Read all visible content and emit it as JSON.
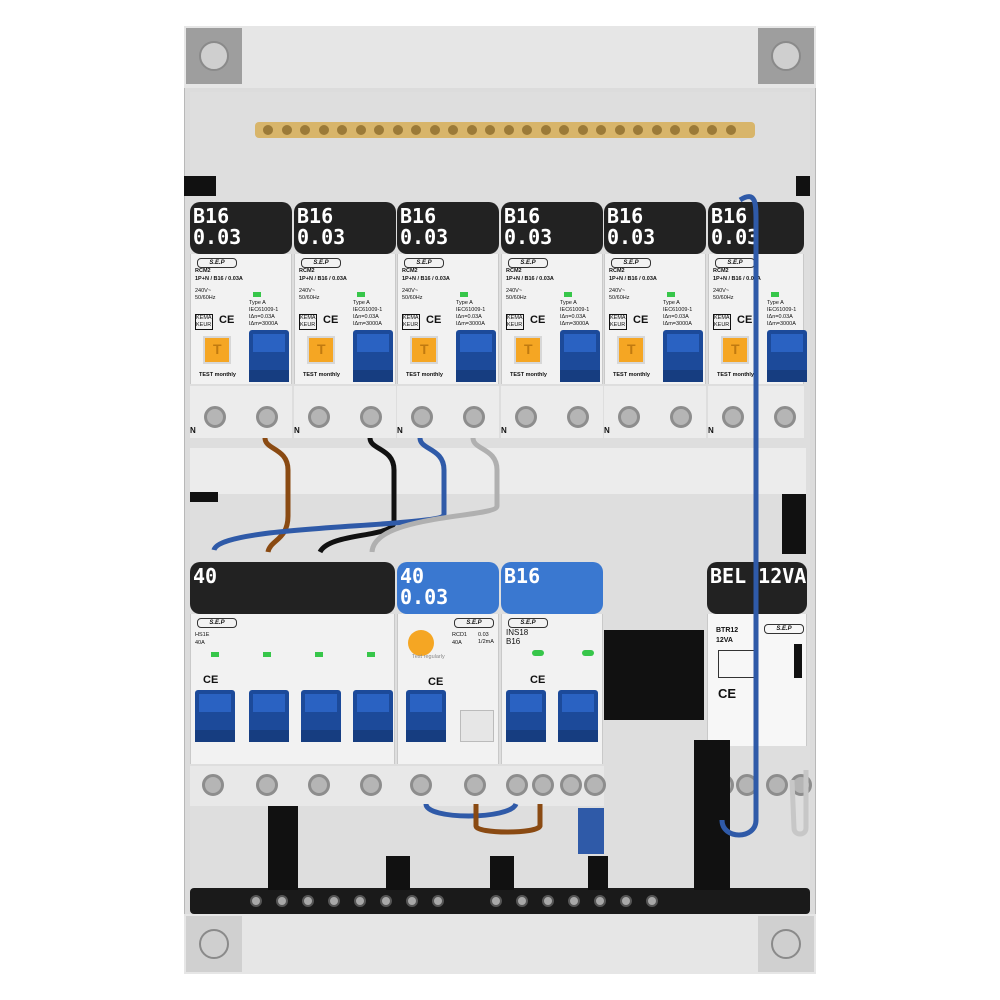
{
  "top_row": {
    "labels": [
      {
        "line1": "B16",
        "line2": "0.03"
      },
      {
        "line1": "B16",
        "line2": "0.03"
      },
      {
        "line1": "B16",
        "line2": "0.03"
      },
      {
        "line1": "B16",
        "line2": "0.03"
      },
      {
        "line1": "B16",
        "line2": "0.03"
      },
      {
        "line1": "B16",
        "line2": "0.03"
      }
    ],
    "device": {
      "brand": "S.E.P",
      "model": "RCM2",
      "rating": "1P+N / B16 / 0.03A",
      "supply": "240V~\n50/60Hz",
      "type": "Type A",
      "standard": "IEC61009-1",
      "specs": "IΔn=0.03A\nIΔm=3000A",
      "test_text": "TEST monthly",
      "ce": "CE",
      "kema": "KEMA\nKEUR",
      "neutral": "N"
    }
  },
  "bottom_row": {
    "labels": [
      {
        "text": "40"
      },
      {
        "line1": "40",
        "line2": "0.03"
      },
      {
        "text": "B16"
      },
      {
        "text": "BEL 12VA"
      }
    ],
    "main_switch": {
      "brand": "S.E.P",
      "model": "HS1E",
      "rating": "40A",
      "ce": "CE"
    },
    "rcd": {
      "brand": "S.E.P",
      "model": "RCD1",
      "rating": "40A",
      "sens": "0.03\n1/2mA",
      "test_text": "Test regularly",
      "ce": "CE"
    },
    "mcb": {
      "brand": "S.E.P",
      "model": "INS18",
      "rating": "B16",
      "ce": "CE"
    },
    "transformer": {
      "brand": "S.E.P",
      "model": "BTR12",
      "rating": "12VA",
      "ce": "CE"
    }
  },
  "colors": {
    "brown": "#8a4a12",
    "black": "#111111",
    "blue": "#2f5aa8",
    "grey": "#b0b0b0",
    "orange": "#f5a623"
  }
}
